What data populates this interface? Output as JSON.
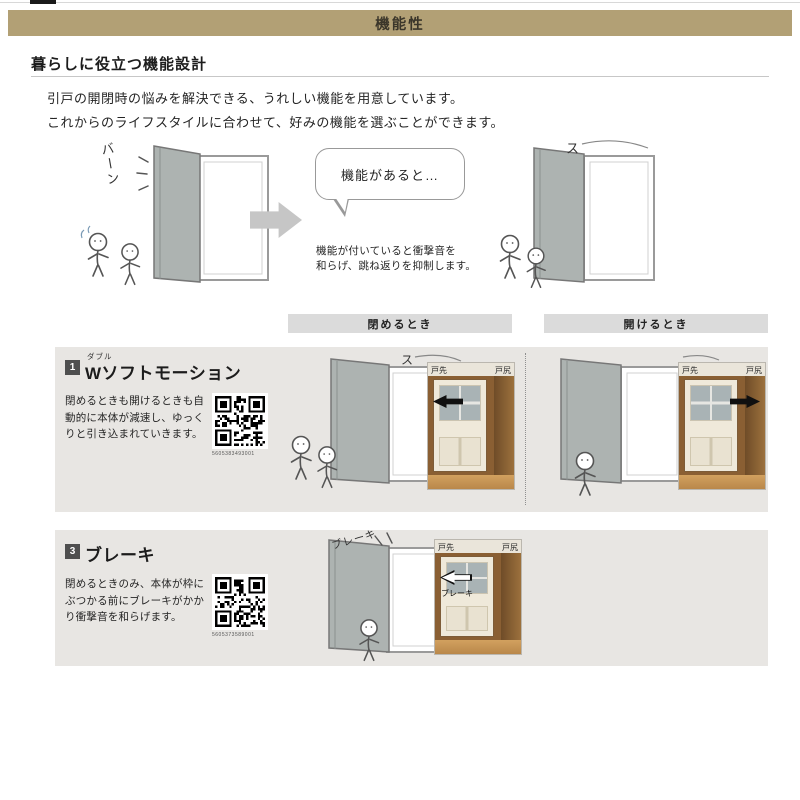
{
  "page": {
    "header_title": "機能性",
    "section_heading": "暮らしに役立つ機能設計",
    "intro_line1": "引戸の開閉時の悩みを解決できる、うれしい機能を用意しています。",
    "intro_line2": "これからのライフスタイルに合わせて、好みの機能を選ぶことができます。"
  },
  "hero": {
    "sfx_slam": "バーン",
    "sfx_quiet": "ス",
    "bubble_text": "機能があると…",
    "caption_line1": "機能が付いていると衝撃音を",
    "caption_line2": "和らげ、跳ね返りを抑制します。"
  },
  "section_bars": {
    "close_label": "閉めるとき",
    "open_label": "開けるとき"
  },
  "features": [
    {
      "number": "1",
      "ruby": "ダブル",
      "title": "Wソフトモーション",
      "description": "閉めるときも開けるときも自動的に本体が減速し、ゆっくりと引き込まれていきます。",
      "qr_serial": "5605383493001",
      "sfx": "ス",
      "photo_front": {
        "label_left": "戸先",
        "label_right": "戸尻"
      },
      "photo_back": {
        "label_left": "戸先",
        "label_right": "戸尻"
      }
    },
    {
      "number": "3",
      "title": "ブレーキ",
      "description": "閉めるときのみ、本体が枠にぶつかる前にブレーキがかかり衝撃音を和らげます。",
      "qr_serial": "5605373589001",
      "sfx": "ブレーキ",
      "arrow_label": "ブレーキ",
      "photo": {
        "label_left": "戸先",
        "label_right": "戸尻"
      }
    }
  ],
  "colors": {
    "header_bg": "#b2a075",
    "card_bg": "#e8e6e3",
    "bar_bg": "#dbdbdb"
  }
}
